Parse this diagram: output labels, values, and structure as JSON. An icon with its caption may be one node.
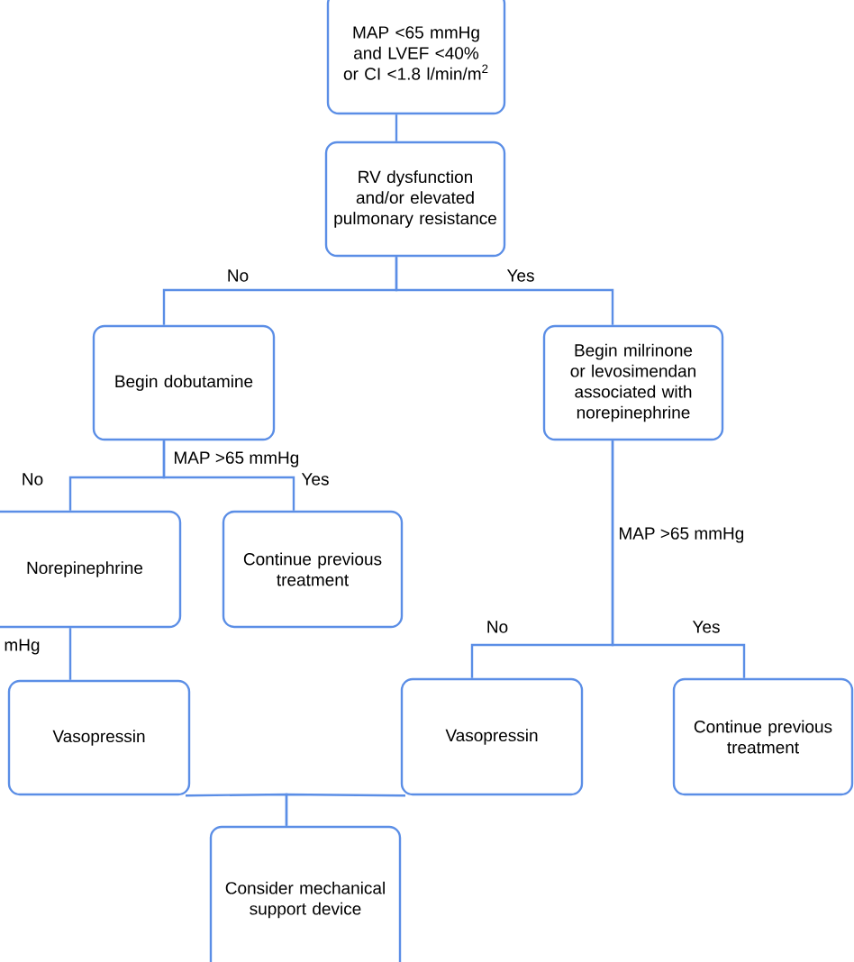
{
  "diagram": {
    "nodes": [
      {
        "text": [
          "MAP <65 mmHg and LVEF <40% or CI <1.8 l/min/m$^{2}$"
        ]
      },
      {
        "text": [
          "RV dysfunction and/or elevated pulmonary resistance"
        ]
      },
      {
        "text": [
          "Begin dobutamine"
        ]
      },
      {
        "text": [
          "Begin milrinone or levosimendan associated with norepinephrine"
        ]
      },
      {
        "text": [
          "Norepinephrine"
        ]
      },
      {
        "text": [
          "Continue previous treatment"
        ]
      },
      {
        "text": [
          "Vasopressin"
        ]
      },
      {
        "text": [
          "Vasopressin"
        ]
      },
      {
        "text": [
          "Continue previous treatment"
        ]
      },
      {
        "text": [
          "Consider mechanical support device"
        ]
      }
    ],
    "edges": [
      {
        "from": 0,
        "to": 1,
        "arrow": "none"
      },
      {
        "from": 1,
        "to": 2,
        "arrow": "none",
        "label": "No"
      },
      {
        "from": 1,
        "to": 3,
        "arrow": "none",
        "label": "Yes"
      },
      {
        "from": 2,
        "to": 4,
        "arrow": "none",
        "label": "No"
      },
      {
        "from": 2,
        "to": 5,
        "arrow": "none",
        "label": "Yes"
      },
      {
        "from": 4,
        "to": 6,
        "arrow": "none",
        "label": "mHg"
      },
      {
        "from": 3,
        "to": 7,
        "arrow": "none",
        "label": "No"
      },
      {
        "from": 3,
        "to": 8,
        "arrow": "none",
        "label": "Yes"
      },
      {
        "from": 6,
        "to": 9,
        "arrow": "none"
      },
      {
        "from": 7,
        "to": 9,
        "arrow": "none"
      }
    ],
    "labels": [
      "MAP >65 mmHg",
      "MAP >65 mmHg"
    ]
  }
}
